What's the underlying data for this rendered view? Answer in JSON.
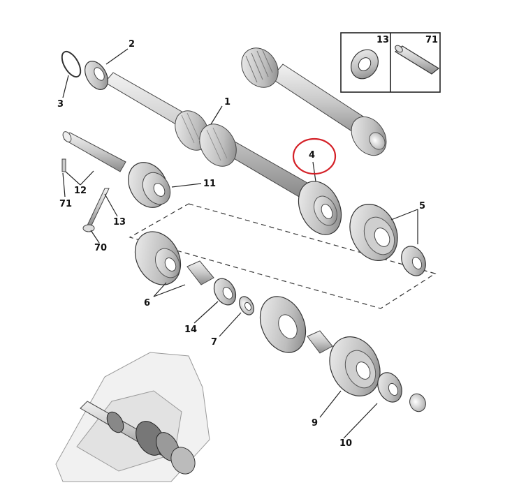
{
  "diagram": {
    "labels": {
      "l1": "1",
      "l2": "2",
      "l3": "3",
      "l4": "4",
      "l5": "5",
      "l6": "6",
      "l7": "7",
      "l9": "9",
      "l10": "10",
      "l11": "11",
      "l12": "12",
      "l13": "13",
      "l14": "14",
      "l70": "70",
      "l71": "71"
    },
    "inset": {
      "left_label": "13",
      "right_label": "71"
    },
    "highlight": {
      "target": "4",
      "color": "#d42027"
    },
    "colors": {
      "line": "#2a2a2a",
      "part_light": "#e4e4e4",
      "part_mid": "#b9b9b9",
      "part_dark": "#7d7d7d"
    }
  }
}
